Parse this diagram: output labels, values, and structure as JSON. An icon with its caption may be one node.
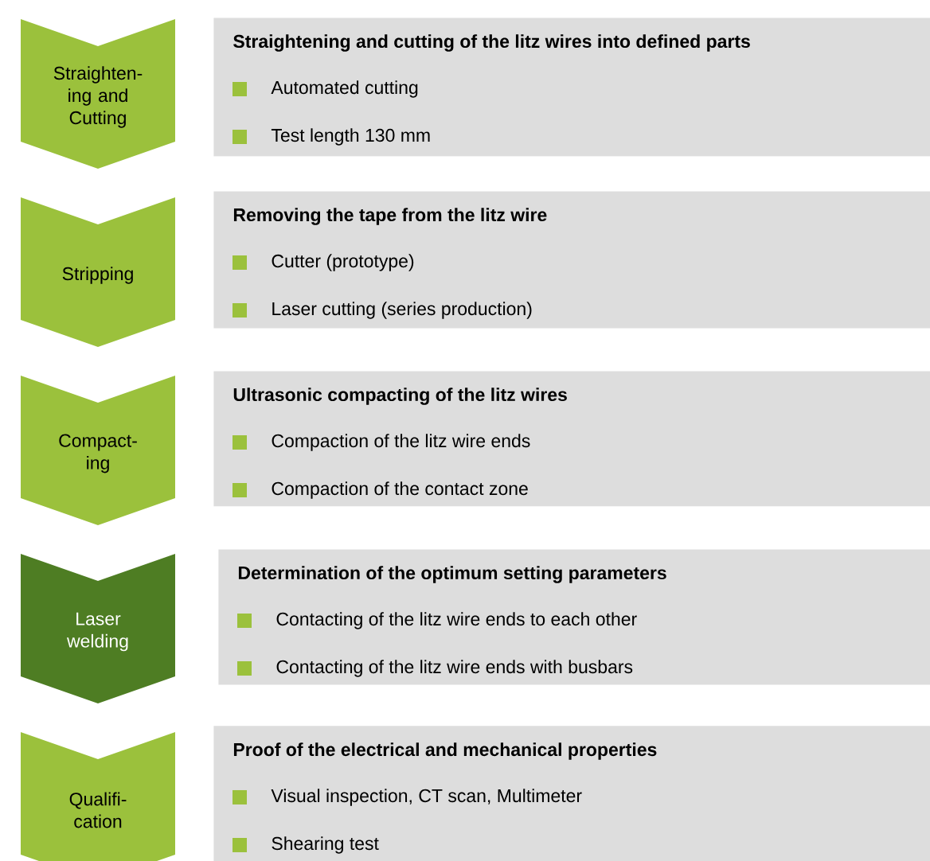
{
  "diagram": {
    "nodes": [
      {
        "text": [
          "Straighten- ing and Cutting"
        ]
      },
      {
        "text": [
          "Straightening and cutting of the litz wires into defined parts",
          "Automated cutting",
          "Test length 130 mm"
        ]
      },
      {
        "text": [
          "Stripping"
        ]
      },
      {
        "text": [
          "Removing the tape from the litz wire",
          "Cutter  (prototype)",
          "Laser cutting (series production)"
        ]
      },
      {
        "text": [
          "Compact- ing"
        ]
      },
      {
        "text": [
          "Ultrasonic compacting of the litz wires",
          "Compaction of the litz wire ends",
          "Compaction of the contact zone"
        ]
      },
      {
        "text": [
          "Laser welding"
        ]
      },
      {
        "text": [
          "Determination of the optimum setting parameters",
          "Contacting of the litz wire ends to each other",
          "Contacting of the litz wire ends with busbars"
        ]
      },
      {
        "text": [
          "Qualifi- cation"
        ]
      },
      {
        "text": [
          "Proof of the electrical and mechanical properties",
          "Visual inspection, CT scan, Multimeter",
          "Shearing test"
        ]
      }
    ]
  }
}
